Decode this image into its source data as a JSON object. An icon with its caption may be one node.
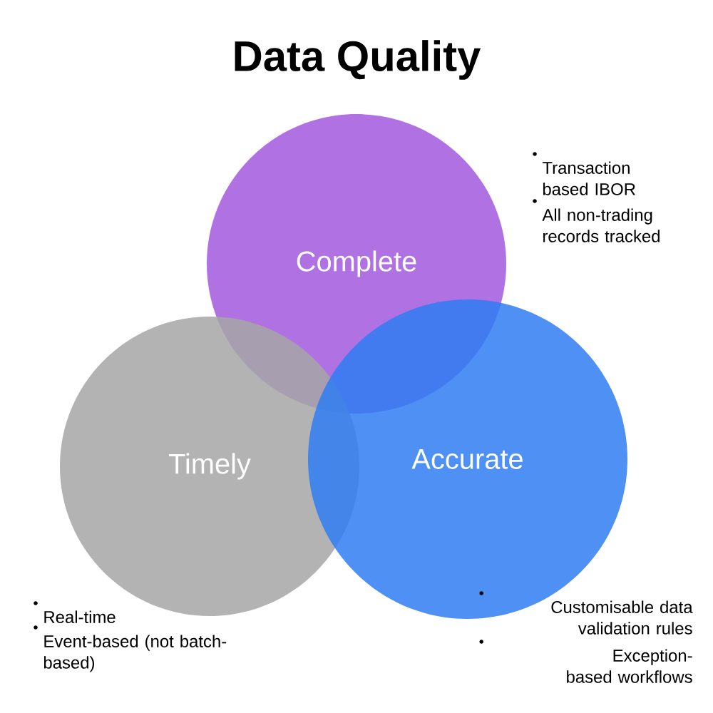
{
  "diagram": {
    "title": "Data Quality",
    "nodes": [
      {
        "text": [
          "Complete"
        ],
        "beside": [
          "Transaction based IBOR",
          "All non-trading records tracked"
        ]
      },
      {
        "text": [
          "Timely"
        ],
        "beside": [
          "Real-time",
          "Event-based (not batch-based)"
        ]
      },
      {
        "text": [
          "Accurate"
        ],
        "beside": [
          "Customisable data validation rules",
          "Exception-based workflows"
        ]
      }
    ]
  }
}
